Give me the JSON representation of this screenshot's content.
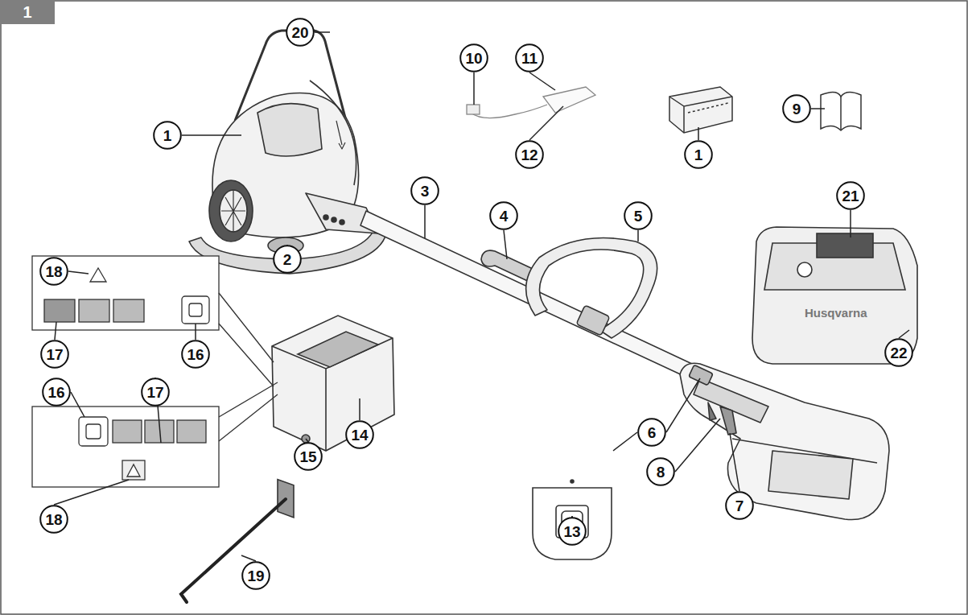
{
  "diagram": {
    "nodes": [
      {
        "text": [
          "1"
        ]
      },
      {
        "text": [
          "20"
        ]
      },
      {
        "text": [
          "10"
        ]
      },
      {
        "text": [
          "11"
        ]
      },
      {
        "text": [
          "9"
        ]
      },
      {
        "text": [
          "1"
        ]
      },
      {
        "text": [
          "12"
        ]
      },
      {
        "text": [
          "1"
        ]
      },
      {
        "text": [
          "3"
        ]
      },
      {
        "text": [
          "21"
        ]
      },
      {
        "text": [
          "4"
        ]
      },
      {
        "text": [
          "5"
        ]
      },
      {
        "text": [
          "2"
        ]
      },
      {
        "text": [
          "18"
        ]
      },
      {
        "text": [
          "22"
        ]
      },
      {
        "text": [
          "17"
        ]
      },
      {
        "text": [
          "16"
        ]
      },
      {
        "text": [
          "16"
        ]
      },
      {
        "text": [
          "17"
        ]
      },
      {
        "text": [
          "6"
        ]
      },
      {
        "text": [
          "14"
        ]
      },
      {
        "text": [
          "15"
        ]
      },
      {
        "text": [
          "8"
        ]
      },
      {
        "text": [
          "7"
        ]
      },
      {
        "text": [
          "18"
        ]
      },
      {
        "text": [
          "13"
        ]
      },
      {
        "text": [
          "19"
        ]
      }
    ],
    "labels": [
      "Husqvarna"
    ]
  }
}
